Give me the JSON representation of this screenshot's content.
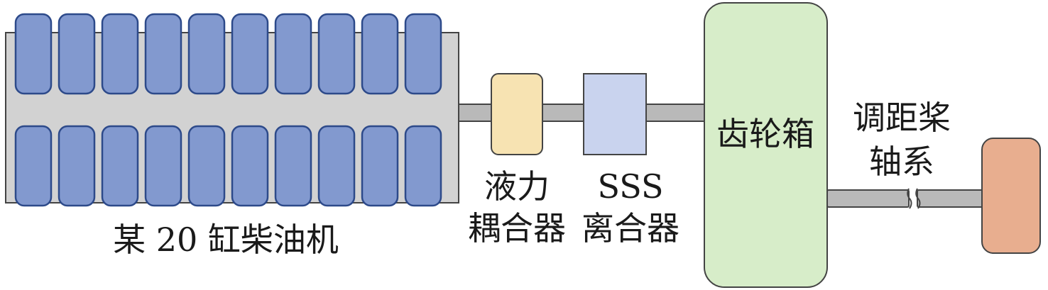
{
  "colors": {
    "engine_body": "#d2d2d2",
    "cylinder": "#8299cf",
    "cylinder_stroke": "#2d4a8a",
    "shaft": "#b9b9b9",
    "fluid_coupling": "#f7e3b2",
    "sss_clutch": "#c9d3ee",
    "gearbox": "#d7edc9",
    "propeller": "#e8ae8f",
    "outline": "#444444"
  },
  "engine": {
    "label": "某 20 缸柴油机",
    "cylinders_per_row": 10,
    "rows": 2
  },
  "fluid_coupling": {
    "label_line1": "液力",
    "label_line2": "耦合器"
  },
  "sss_clutch": {
    "label_line1": "SSS",
    "label_line2": "离合器"
  },
  "gearbox": {
    "label": "齿轮箱"
  },
  "shaft_system": {
    "label_line1": "调距桨",
    "label_line2": "轴系"
  }
}
